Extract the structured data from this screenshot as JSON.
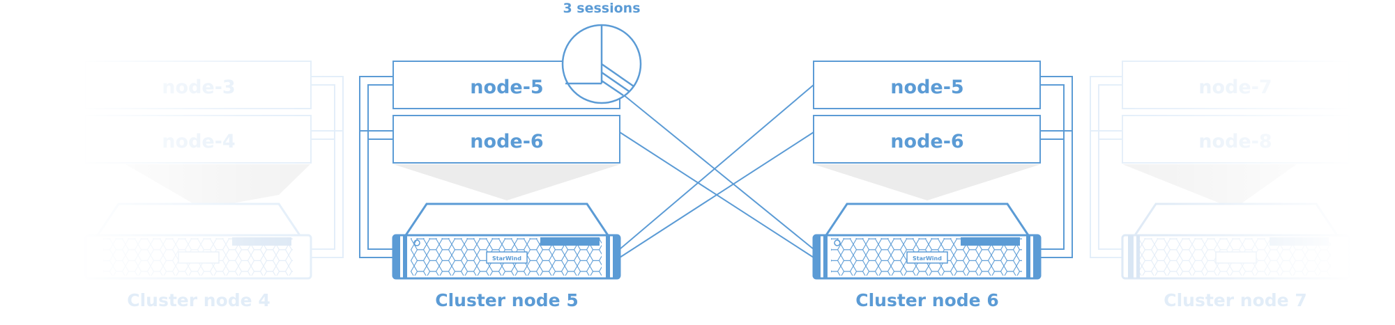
{
  "colors": {
    "accent": "#5b9bd5",
    "accent_dark": "#4a8ccc",
    "faded": "#e3eef9",
    "faded_text": "#e2edf8",
    "wedge": "#ececec"
  },
  "annotation": {
    "sessions_label": "3 sessions"
  },
  "clusters": [
    {
      "id": "c4",
      "label": "Cluster node 4",
      "nodes": [
        "node-3",
        "node-4"
      ],
      "faded": true
    },
    {
      "id": "c5",
      "label": "Cluster node 5",
      "nodes": [
        "node-5",
        "node-6"
      ],
      "faded": false
    },
    {
      "id": "c6",
      "label": "Cluster node 6",
      "nodes": [
        "node-5",
        "node-6"
      ],
      "faded": false
    },
    {
      "id": "c7",
      "label": "Cluster node 7",
      "nodes": [
        "node-7",
        "node-8"
      ],
      "faded": true
    }
  ],
  "server_brand": "StarWind",
  "icons": [
    "session-pie-icon",
    "server-chassis-icon"
  ]
}
